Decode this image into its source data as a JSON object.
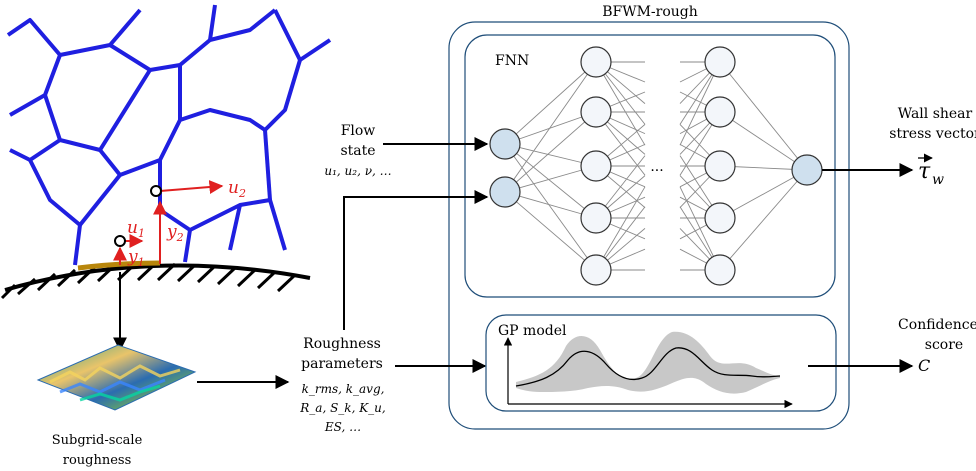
{
  "title": "BFWM-rough",
  "fnn_label": "FNN",
  "gp_label": "GP model",
  "ellipsis": "···",
  "flow_state": {
    "line1": "Flow",
    "line2": "state",
    "vars": "u₁, u₂, ν, …"
  },
  "roughness": {
    "line1": "Roughness",
    "line2": "parameters",
    "p1": "k_rms, k_avg,",
    "p2": "R_a, S_k, K_u,",
    "p3": "ES, …"
  },
  "subgrid": {
    "line1": "Subgrid-scale",
    "line2": "roughness"
  },
  "output_shear": {
    "line1": "Wall shear",
    "line2": "stress vector",
    "symbol": "τ",
    "sub": "w"
  },
  "output_conf": {
    "line1": "Confidence",
    "line2": "score",
    "symbol": "C"
  },
  "mesh_labels": {
    "u1": "u",
    "u1_sub": "1",
    "y1": "y",
    "y1_sub": "1",
    "u2": "u",
    "u2_sub": "2",
    "y2": "y",
    "y2_sub": "2"
  },
  "colors": {
    "mesh": "#1f1fe0",
    "vector": "#e02020",
    "node_fill": "#cfe0ee",
    "node_fill_empty": "#f3f6fa",
    "box_stroke": "#1f4e79",
    "band": "#c8c8c8",
    "patch": "#b8860b"
  }
}
